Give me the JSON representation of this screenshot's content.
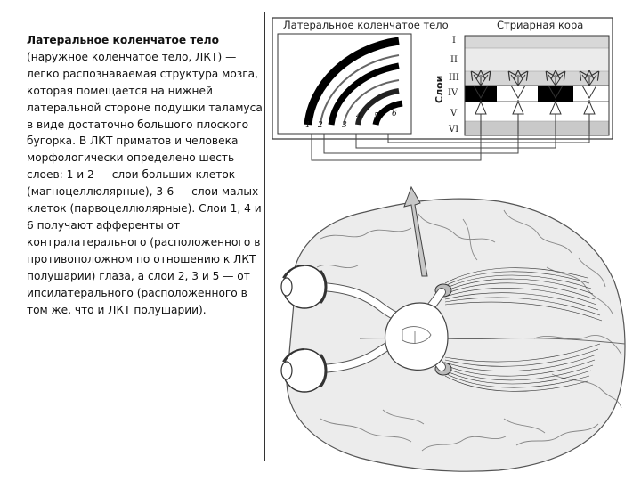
{
  "description": {
    "heading": "Латеральное коленчатое тело",
    "body": "(наружное коленчатое тело, ЛКТ) — легко распознаваемая структура мозга, которая помещается на нижней латеральной стороне подушки таламуса в виде достаточно большого плоского бугорка. В ЛКТ приматов и человека морфологически определено шесть слоев: 1 и 2 — слои больших клеток (магноцеллюлярные), 3-6 — слои малых клеток (парвоцеллюлярные). Слои 1, 4 и 6 получают афференты от контралатерального (расположенного в противоположном по отношению к ЛКТ полушарии) глаза, а слои 2, 3 и 5 — от ипсилатерального (расположенного в том же, что и ЛКТ полушарии)."
  },
  "figure": {
    "lgn_label": "Латеральное коленчатое тело",
    "cortex_label": "Стриарная кора",
    "layers_label": "Слои",
    "cortex_layers": [
      "I",
      "II",
      "III",
      "IV",
      "V",
      "VI"
    ],
    "lgn_layer_numbers": [
      "1",
      "2",
      "3",
      "4",
      "5",
      "6"
    ]
  }
}
